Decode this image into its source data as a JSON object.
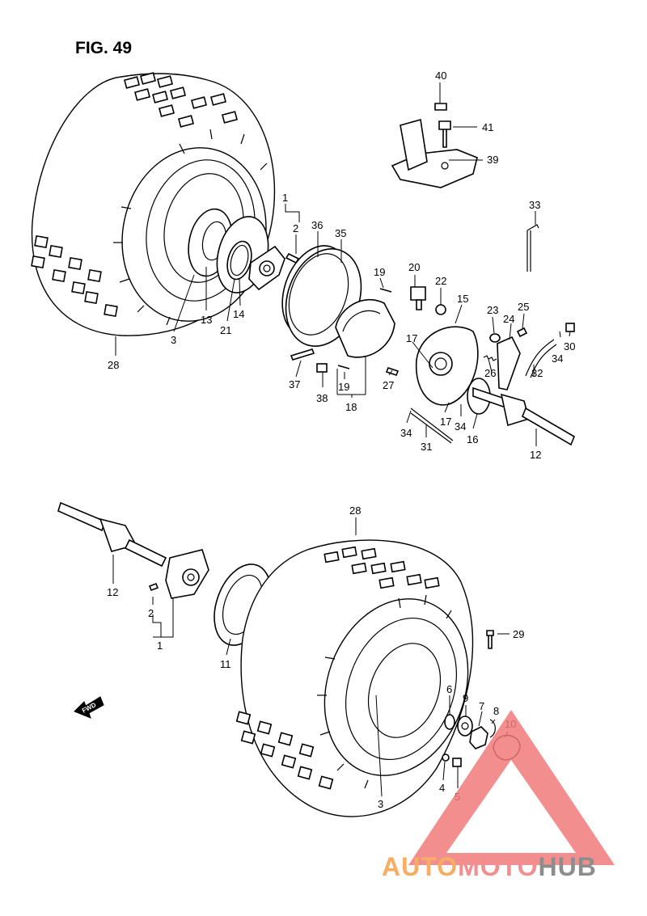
{
  "figure": {
    "title": "FIG. 49"
  },
  "direction_arrow": {
    "label": "FWD"
  },
  "callouts": [
    "1",
    "2",
    "3",
    "4",
    "5",
    "6",
    "7",
    "8",
    "9",
    "10",
    "11",
    "12",
    "13",
    "14",
    "15",
    "16",
    "17",
    "18",
    "19",
    "20",
    "21",
    "22",
    "23",
    "24",
    "25",
    "26",
    "27",
    "28",
    "29",
    "30",
    "31",
    "32",
    "33",
    "34",
    "35",
    "36",
    "37",
    "38",
    "39",
    "40",
    "41"
  ],
  "watermark": {
    "part1": "AUTO",
    "part2": "MOTO",
    "part3": "HUB",
    "colors": {
      "orange": "#f6a04a",
      "pink": "#f27b7b",
      "gray": "#7a7a7a"
    }
  }
}
